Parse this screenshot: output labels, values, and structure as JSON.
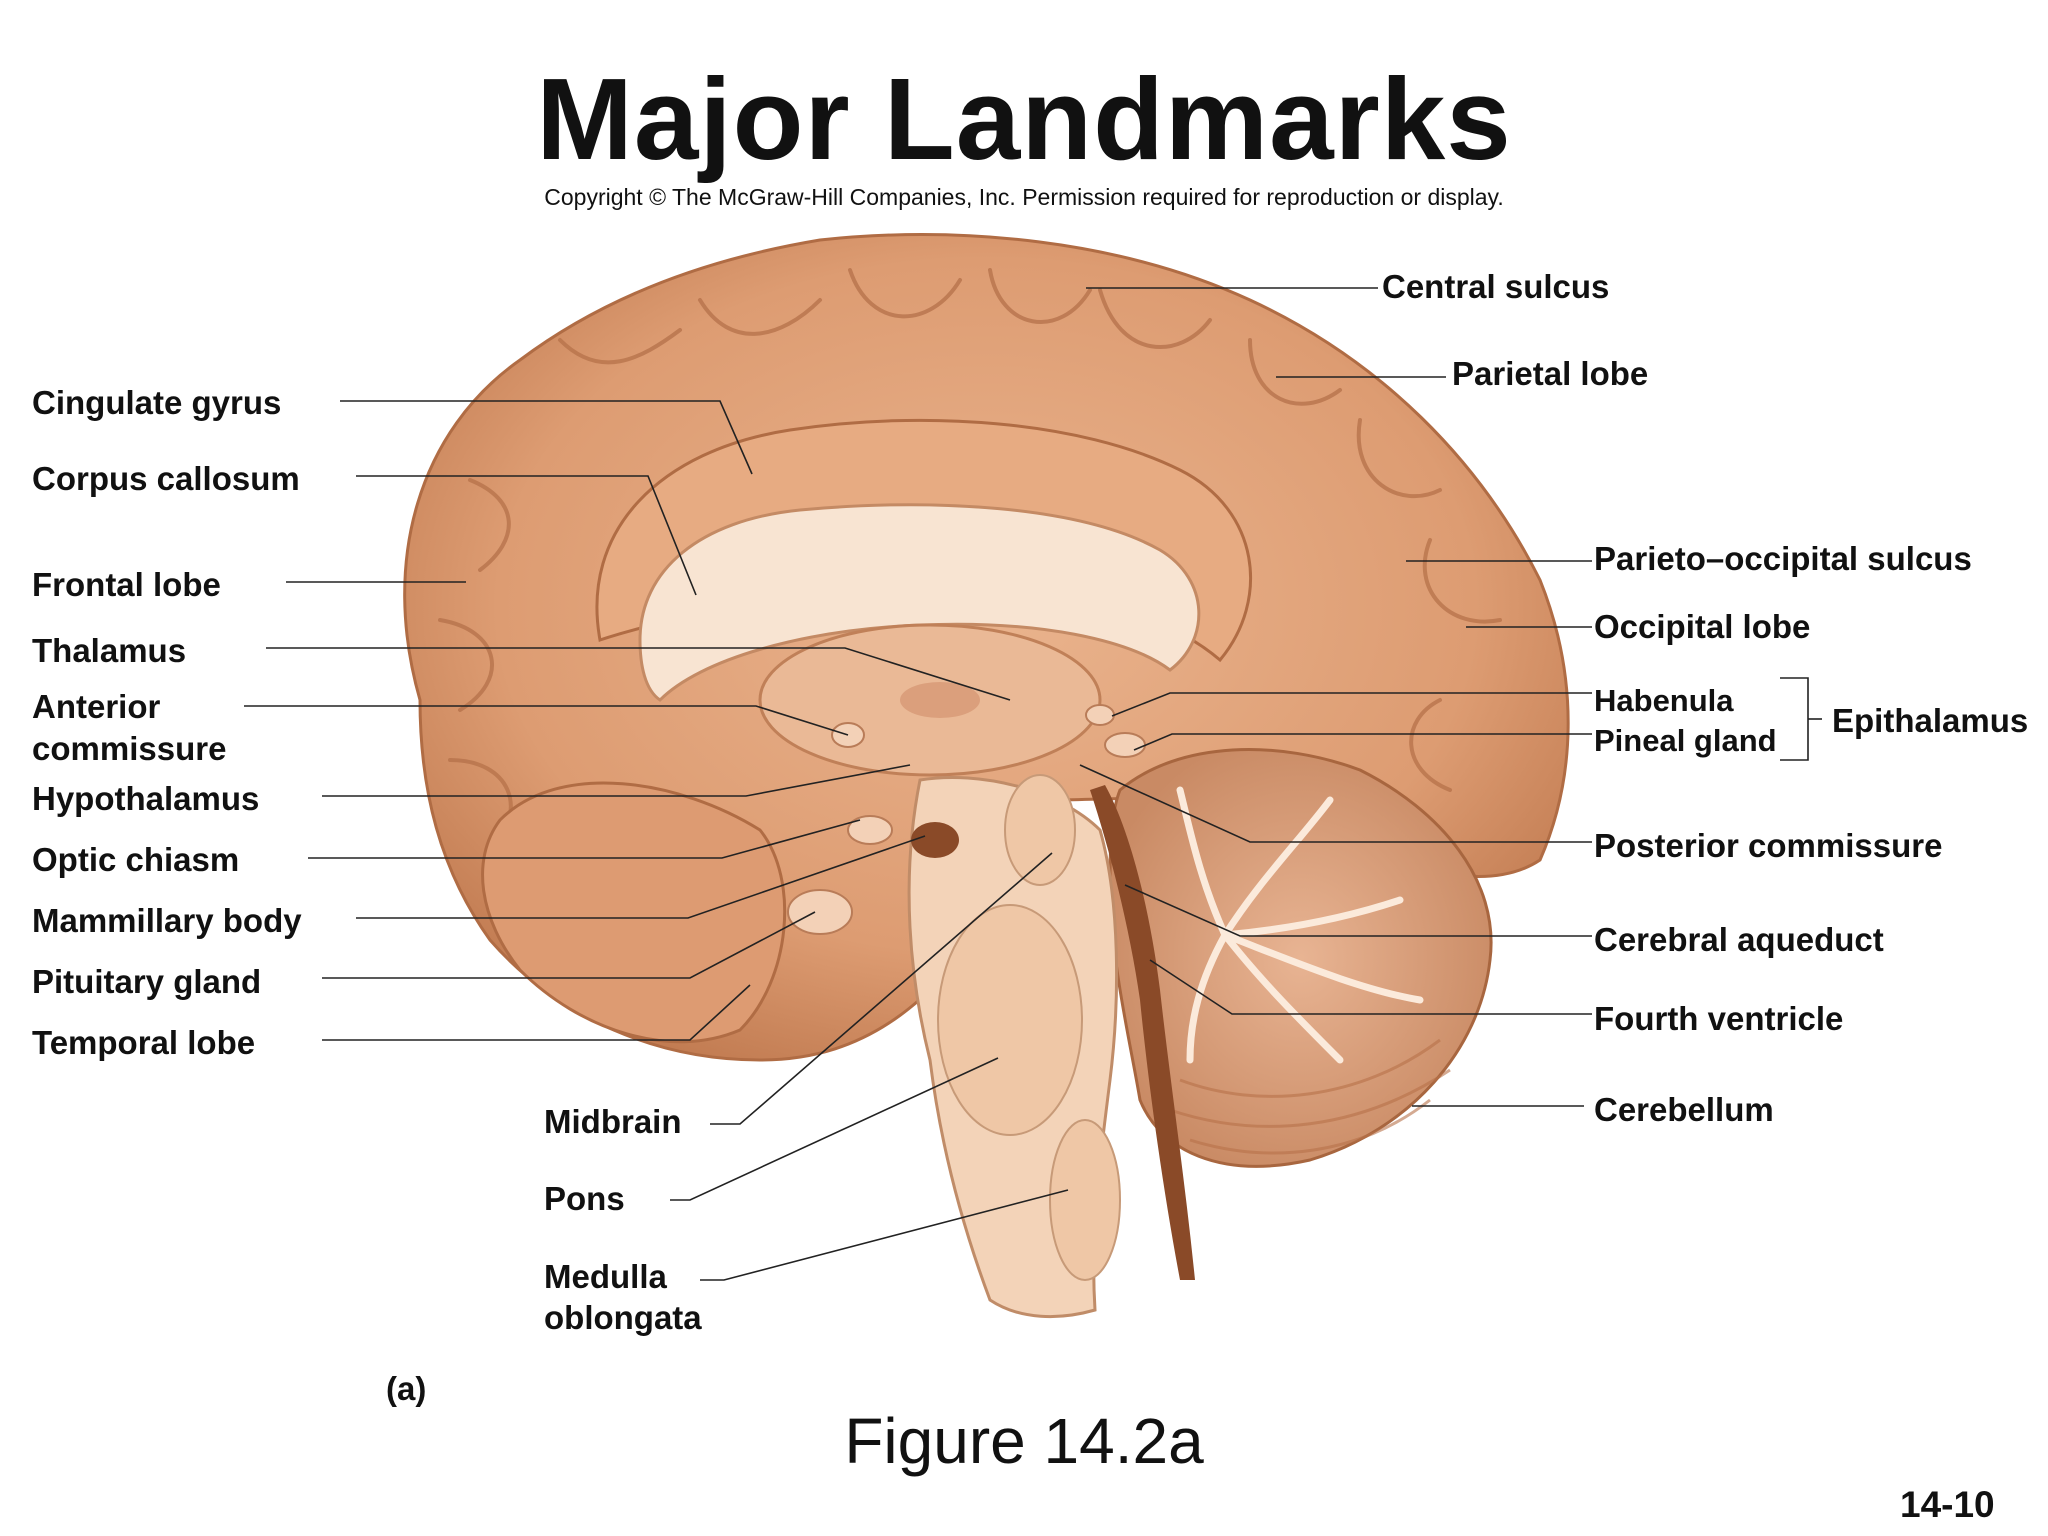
{
  "title": "Major Landmarks",
  "copyright": "Copyright © The McGraw-Hill Companies, Inc. Permission required for reproduction or display.",
  "labels": {
    "cingulate_gyrus": "Cingulate gyrus",
    "corpus_callosum": "Corpus callosum",
    "frontal_lobe": "Frontal lobe",
    "thalamus": "Thalamus",
    "anterior_commissure_1": "Anterior",
    "anterior_commissure_2": "commissure",
    "hypothalamus": "Hypothalamus",
    "optic_chiasm": "Optic chiasm",
    "mammillary_body": "Mammillary body",
    "pituitary_gland": "Pituitary gland",
    "temporal_lobe": "Temporal lobe",
    "midbrain": "Midbrain",
    "pons": "Pons",
    "medulla_1": "Medulla",
    "medulla_2": "oblongata",
    "central_sulcus": "Central sulcus",
    "parietal_lobe": "Parietal lobe",
    "parieto_occipital_sulcus": "Parieto–occipital sulcus",
    "occipital_lobe": "Occipital lobe",
    "habenula": "Habenula",
    "pineal_gland": "Pineal gland",
    "epithalamus": "Epithalamus",
    "posterior_commissure": "Posterior commissure",
    "cerebral_aqueduct": "Cerebral aqueduct",
    "fourth_ventricle": "Fourth ventricle",
    "cerebellum": "Cerebellum"
  },
  "panel_label": "(a)",
  "figure_caption": "Figure 14.2a",
  "slide_number": "14-10",
  "colors": {
    "cortex": "#e2a47c",
    "cortex_dark": "#b8734a",
    "white_matter": "#f6dcc6",
    "brainstem": "#f3d3b8",
    "leader_line": "#222222"
  }
}
